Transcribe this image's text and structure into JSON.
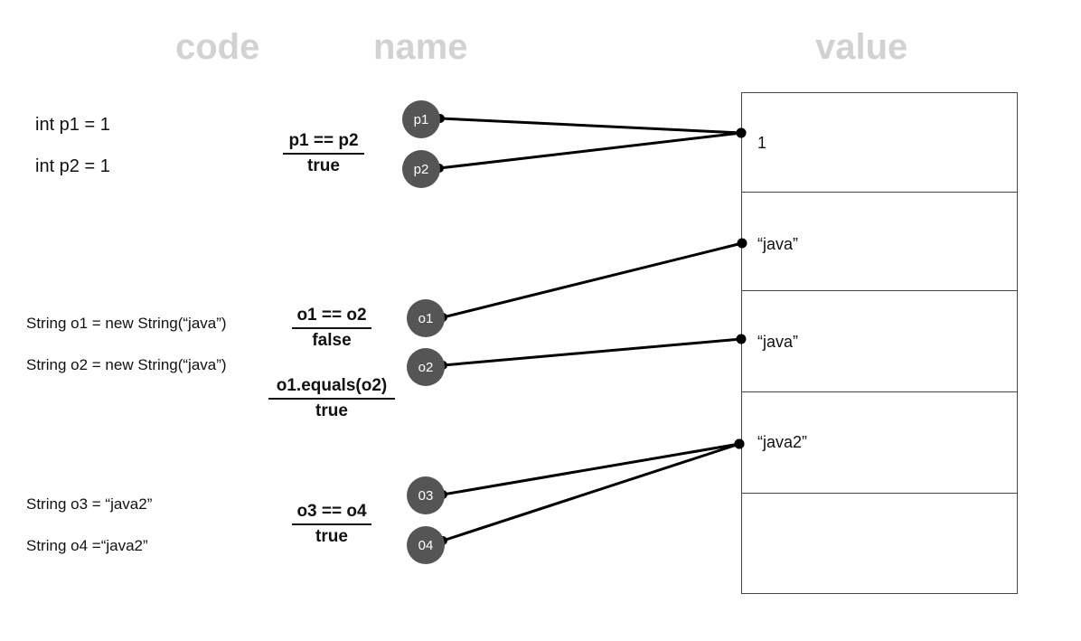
{
  "headers": {
    "code": "code",
    "name": "name",
    "value": "value"
  },
  "code_lines": {
    "p1": "int p1 = 1",
    "p2": "int p2 = 1",
    "o1": "String o1 = new String(“java”)",
    "o2": "String o2 = new String(“java”)",
    "o3": "String o3 = “java2”",
    "o4": "String o4 =“java2”"
  },
  "comparisons": {
    "p": {
      "expr": "p1 == p2",
      "result": "true"
    },
    "o12": {
      "expr": "o1 == o2",
      "result": "false"
    },
    "o12_equals": {
      "expr": "o1.equals(o2)",
      "result": "true"
    },
    "o34": {
      "expr": "o3 == o4",
      "result": "true"
    }
  },
  "nodes": {
    "p1": "p1",
    "p2": "p2",
    "o1": "o1",
    "o2": "o2",
    "o3": "03",
    "o4": "04"
  },
  "values": [
    "1",
    "“java”",
    "“java”",
    "“java2”",
    ""
  ],
  "references": [
    {
      "from": "p1",
      "to": 0
    },
    {
      "from": "p2",
      "to": 0
    },
    {
      "from": "o1",
      "to": 1
    },
    {
      "from": "o2",
      "to": 2
    },
    {
      "from": "o3",
      "to": 3
    },
    {
      "from": "o4",
      "to": 3
    }
  ],
  "colors": {
    "node": "#555555",
    "header": "#d2d2d2",
    "line": "#000000"
  }
}
